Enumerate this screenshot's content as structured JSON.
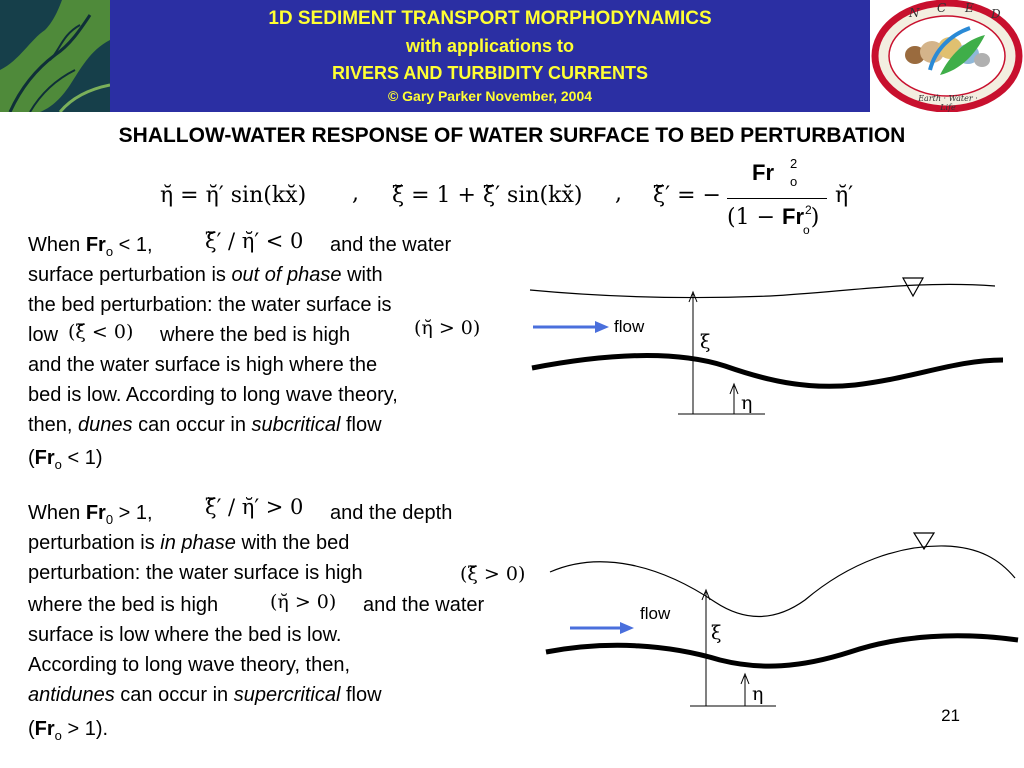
{
  "banner": {
    "line1": "1D SEDIMENT TRANSPORT MORPHODYNAMICS",
    "line2": "with applications to",
    "line3": "RIVERS AND TURBIDITY CURRENTS",
    "line4": "© Gary Parker November, 2004"
  },
  "logo": {
    "letters": [
      "N",
      "C",
      "E",
      "D"
    ],
    "motto": "Earth · Water · Life"
  },
  "title": "SHALLOW-WATER RESPONSE OF WATER SURFACE TO BED PERTURBATION",
  "equations": {
    "eq1": "η̆ = η̆′ sin(kx̆)",
    "comma": ",",
    "eq2": "ξ̆ = 1 + ξ̆′ sin(kx̆)",
    "eq3_lhs": "ξ̆′ = −",
    "eq3_num": "Fr",
    "eq3_num_sup": "2",
    "eq3_num_sub": "o",
    "eq3_den_left": "(1 − ",
    "eq3_den_fr": "Fr",
    "eq3_den_sup": "2",
    "eq3_den_sub": "o",
    "eq3_den_right": ")",
    "eq3_rhs": "η̆′"
  },
  "case1": {
    "cond_text": "When ",
    "cond_fr": "Fr",
    "cond_sub": "o",
    "cond_rest": " < 1,",
    "ratio": "ξ̆′ / η̆′ < 0",
    "l1_tail": "and the water",
    "l2a": "surface perturbation is ",
    "l2_italic": "out of phase",
    "l2b": " with",
    "l3": "the bed perturbation: the water surface is",
    "l4a": "low",
    "l4_math": "(ξ̆ < 0)",
    "l4b": "where the bed is high",
    "l4_math2": "(η̆ > 0)",
    "l5": "and the water surface is high where the",
    "l6": "bed is low.  According to long wave theory,",
    "l7a": "then, ",
    "l7_italic1": "dunes",
    "l7b": " can occur in ",
    "l7_italic2": "subcritical",
    "l7c": " flow",
    "l8a": "(",
    "l8_fr": "Fr",
    "l8_sub": "o",
    "l8b": " < 1)"
  },
  "case2": {
    "cond_text": "When ",
    "cond_fr": "Fr",
    "cond_sub": "0",
    "cond_rest": " > 1,",
    "ratio": "ξ̆′ / η̆′ > 0",
    "l1_tail": "and the depth",
    "l2a": "perturbation is ",
    "l2_italic": "in phase",
    "l2b": " with the bed",
    "l3": "perturbation: the water surface is high",
    "l3_math": "(ξ̆ > 0)",
    "l4a": "where the bed is high",
    "l4_math": "(η̆ > 0)",
    "l4b": "and the water",
    "l5": "surface is low where the bed is low.",
    "l6": "According to long wave theory, then,",
    "l7_italic1": "antidunes",
    "l7b": " can occur in ",
    "l7_italic2": "supercritical",
    "l7c": " flow",
    "l8a": "(",
    "l8_fr": "Fr",
    "l8_sub": "o",
    "l8b": " > 1)."
  },
  "diagram1": {
    "flow_label": "flow",
    "xi_label": "ξ",
    "eta_label": "η"
  },
  "diagram2": {
    "flow_label": "flow",
    "xi_label": "ξ",
    "eta_label": "η"
  },
  "page_number": "21",
  "colors": {
    "banner_bg": "#2b2fa3",
    "banner_text": "#ffff33",
    "arrow": "#4a6fdc",
    "logo_ring": "#c8102e"
  }
}
